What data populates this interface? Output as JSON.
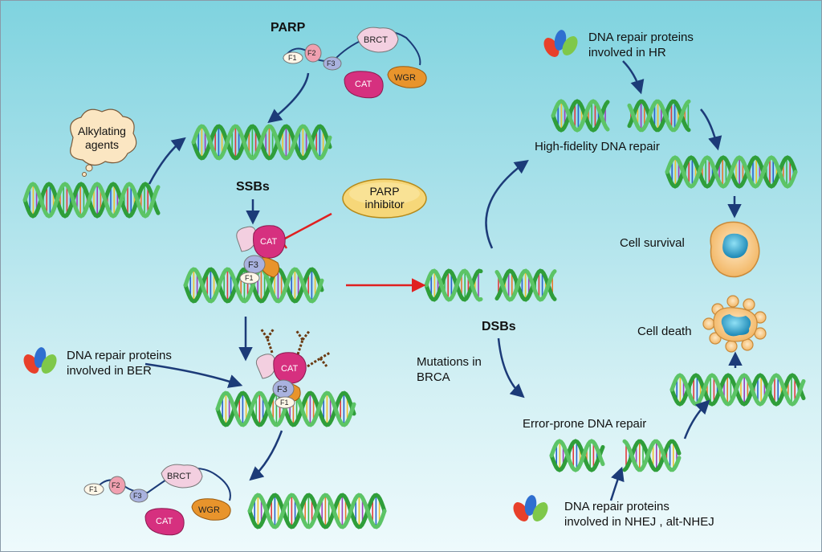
{
  "labels": {
    "parp_title": "PARP",
    "ssbs": "SSBs",
    "dsbs": "DSBs",
    "alkylating_line1": "Alkylating",
    "alkylating_line2": "agents",
    "parp_inhibitor_line1": "PARP",
    "parp_inhibitor_line2": "inhibitor",
    "ber_line1": "DNA repair proteins",
    "ber_line2": "involved in BER",
    "hr_line1": "DNA repair proteins",
    "hr_line2": "involved in HR",
    "high_fidelity": "High-fidelity DNA repair",
    "cell_survival": "Cell survival",
    "cell_death": "Cell death",
    "mutations_line1": "Mutations in",
    "mutations_line2": "BRCA",
    "error_prone": "Error-prone DNA repair",
    "nhej_line1": "DNA repair proteins",
    "nhej_line2": "involved in NHEJ , alt-NHEJ"
  },
  "domains": {
    "f1": "F1",
    "f2": "F2",
    "f3": "F3",
    "brct": "BRCT",
    "cat": "CAT",
    "wgr": "WGR"
  },
  "colors": {
    "background_top": "#7fd3df",
    "background_bottom": "#eefafc",
    "dna_green": "#2f9e3a",
    "arrow_navy": "#1c3b78",
    "arrow_red": "#e02020",
    "cat_magenta": "#d6307f",
    "wgr_orange": "#e8942c",
    "brct_pink": "#f3cfe0",
    "f3_lilac": "#a9b2df",
    "cell_blue": "#2a9fc8"
  }
}
